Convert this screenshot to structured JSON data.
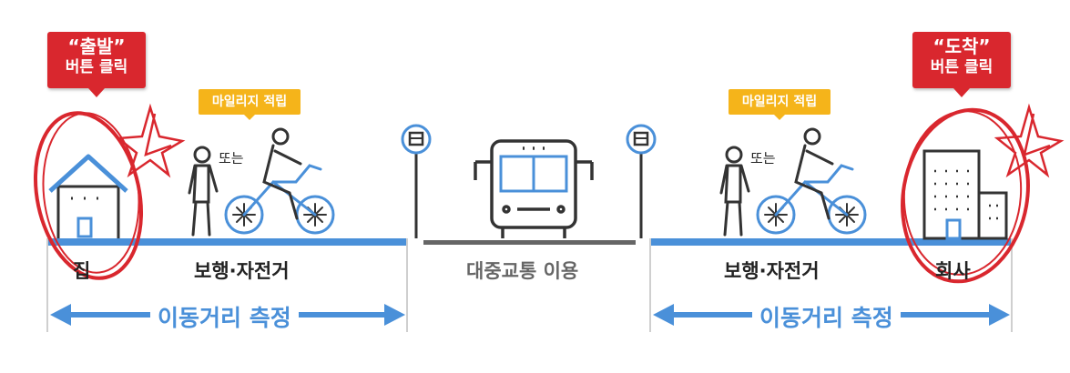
{
  "callouts": {
    "start": {
      "title": "“출발”",
      "subtitle": "버튼 클릭"
    },
    "arrive": {
      "title": "“도착”",
      "subtitle": "버튼 클릭"
    }
  },
  "badges": {
    "mileage_left": "마일리지 적립",
    "mileage_right": "마일리지 적립"
  },
  "labels": {
    "or_left": "또는",
    "or_right": "또는",
    "home": "집",
    "walk_bike_left": "보행·자전거",
    "transit": "대중교통 이용",
    "walk_bike_right": "보행·자전거",
    "office": "회사",
    "measure_left": "이동거리 측정",
    "measure_right": "이동거리 측정"
  },
  "colors": {
    "blue": "#4a90d9",
    "red": "#d9272e",
    "yellow": "#f5b41a",
    "gray": "#555555"
  },
  "icons": [
    "house-icon",
    "pedestrian-icon",
    "cyclist-icon",
    "bus-stop-icon",
    "bus-icon",
    "office-building-icon",
    "star-scribble-icon",
    "circle-scribble-icon"
  ]
}
